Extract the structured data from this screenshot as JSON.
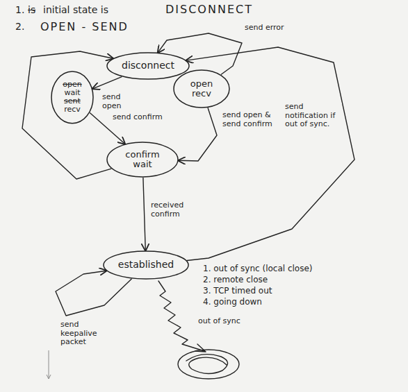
{
  "diagram": {
    "nodes": [
      {
        "text": [
          "disconnect"
        ]
      },
      {
        "text": [
          "open",
          "wait",
          "sent",
          "recv"
        ]
      },
      {
        "text": [
          "open recv"
        ]
      },
      {
        "text": [
          "confirm wait"
        ]
      },
      {
        "text": [
          "established"
        ]
      }
    ],
    "edges": [
      {
        "from": 0,
        "to": 1,
        "label": "send open",
        "arrow": "to"
      },
      {
        "from": 1,
        "to": 3,
        "label": "send confirm",
        "arrow": "to"
      },
      {
        "from": 2,
        "to": 0,
        "label": "send error",
        "arrow": "to"
      },
      {
        "from": 2,
        "to": 3,
        "label": "send open & send confirm",
        "arrow": "to"
      },
      {
        "from": 3,
        "to": 4,
        "label": "received confirm",
        "arrow": "to"
      },
      {
        "from": 3,
        "to": 0,
        "arrow": "to"
      },
      {
        "from": 4,
        "to": 0,
        "label": "send notification if out of sync.",
        "arrow": "to"
      },
      {
        "from": 4,
        "to": 4,
        "label": "send keepalive packet",
        "arrow": "to"
      }
    ],
    "labels": [
      "1.",
      "is",
      "initial state is",
      "DISCONNECT",
      "2.",
      "OPEN - SEND",
      "1. out of sync (local close)",
      "2. remote close",
      "3. TCP timed out",
      "4. going down",
      "out of sync"
    ]
  }
}
